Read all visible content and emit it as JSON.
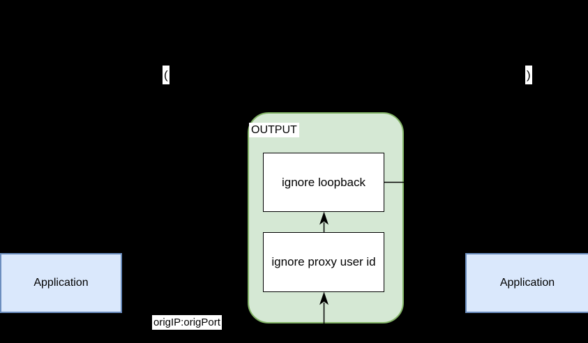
{
  "diagram": {
    "background_color": "#000000",
    "parens": {
      "left": "(",
      "right": ")"
    },
    "output_chain": {
      "title": "OUTPUT",
      "fill_color": "#d5e8d4",
      "border_color": "#82b366",
      "rules": [
        {
          "label": "ignore loopback"
        },
        {
          "label": "ignore proxy user id"
        }
      ]
    },
    "applications": [
      {
        "side": "left",
        "label": "Application"
      },
      {
        "side": "right",
        "label": "Application"
      }
    ],
    "application_style": {
      "fill_color": "#dae8fc",
      "border_color": "#6c8ebf"
    },
    "edge_label": "origIP:origPort",
    "connector_color": "#000000"
  }
}
